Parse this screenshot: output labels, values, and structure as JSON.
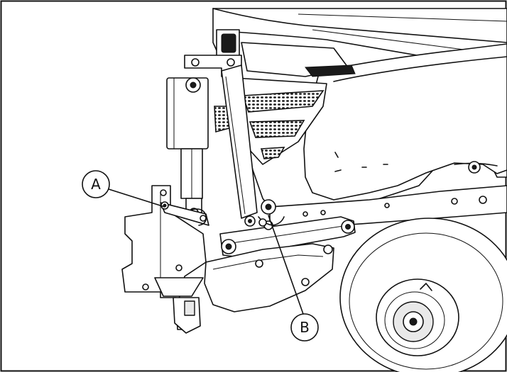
{
  "figure": {
    "callouts": [
      {
        "id": "a",
        "label": "A"
      },
      {
        "id": "b",
        "label": "B"
      }
    ]
  }
}
